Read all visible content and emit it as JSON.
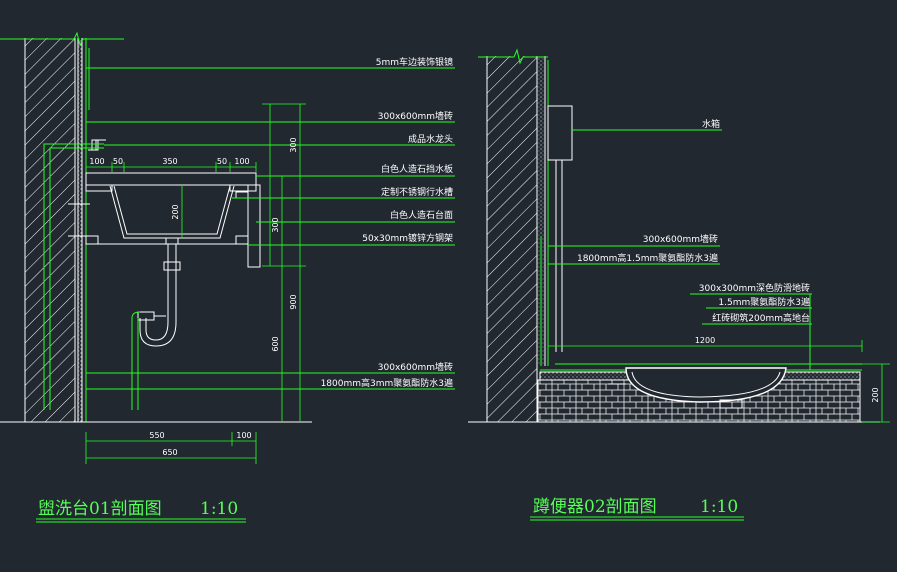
{
  "colors": {
    "background": "#212830",
    "line_green": "#22ff22",
    "line_white": "#ffffff",
    "title_green": "#55ff55"
  },
  "drawing1": {
    "title": "盥洗台01剖面图",
    "scale": "1:10",
    "labels": [
      "5mm车边装饰银镜",
      "300x600mm墙砖",
      "成品水龙头",
      "白色人造石挡水板",
      "定制不锈钢行水槽",
      "白色人造石台面",
      "50x30mm镀锌方钢架",
      "300x600mm墙砖",
      "1800mm高3mm聚氨酯防水3遍"
    ],
    "dims": {
      "top_row": [
        "100",
        "50",
        "350",
        "50",
        "100"
      ],
      "basin_depth": "200",
      "right_upper": "300",
      "right_mid": "300",
      "right_outer": "900",
      "right_lower": "600",
      "bottom_a": "550",
      "bottom_b": "100",
      "bottom_total": "650"
    }
  },
  "drawing2": {
    "title": "蹲便器02剖面图",
    "scale": "1:10",
    "labels": [
      "水箱",
      "300x600mm墙砖",
      "1800mm高1.5mm聚氨酯防水3遍",
      "300x300mm深色防滑地砖",
      "1.5mm聚氨酯防水3遍",
      "红砖砌筑200mm高地台"
    ],
    "dims": {
      "width": "1200",
      "height": "200"
    }
  }
}
